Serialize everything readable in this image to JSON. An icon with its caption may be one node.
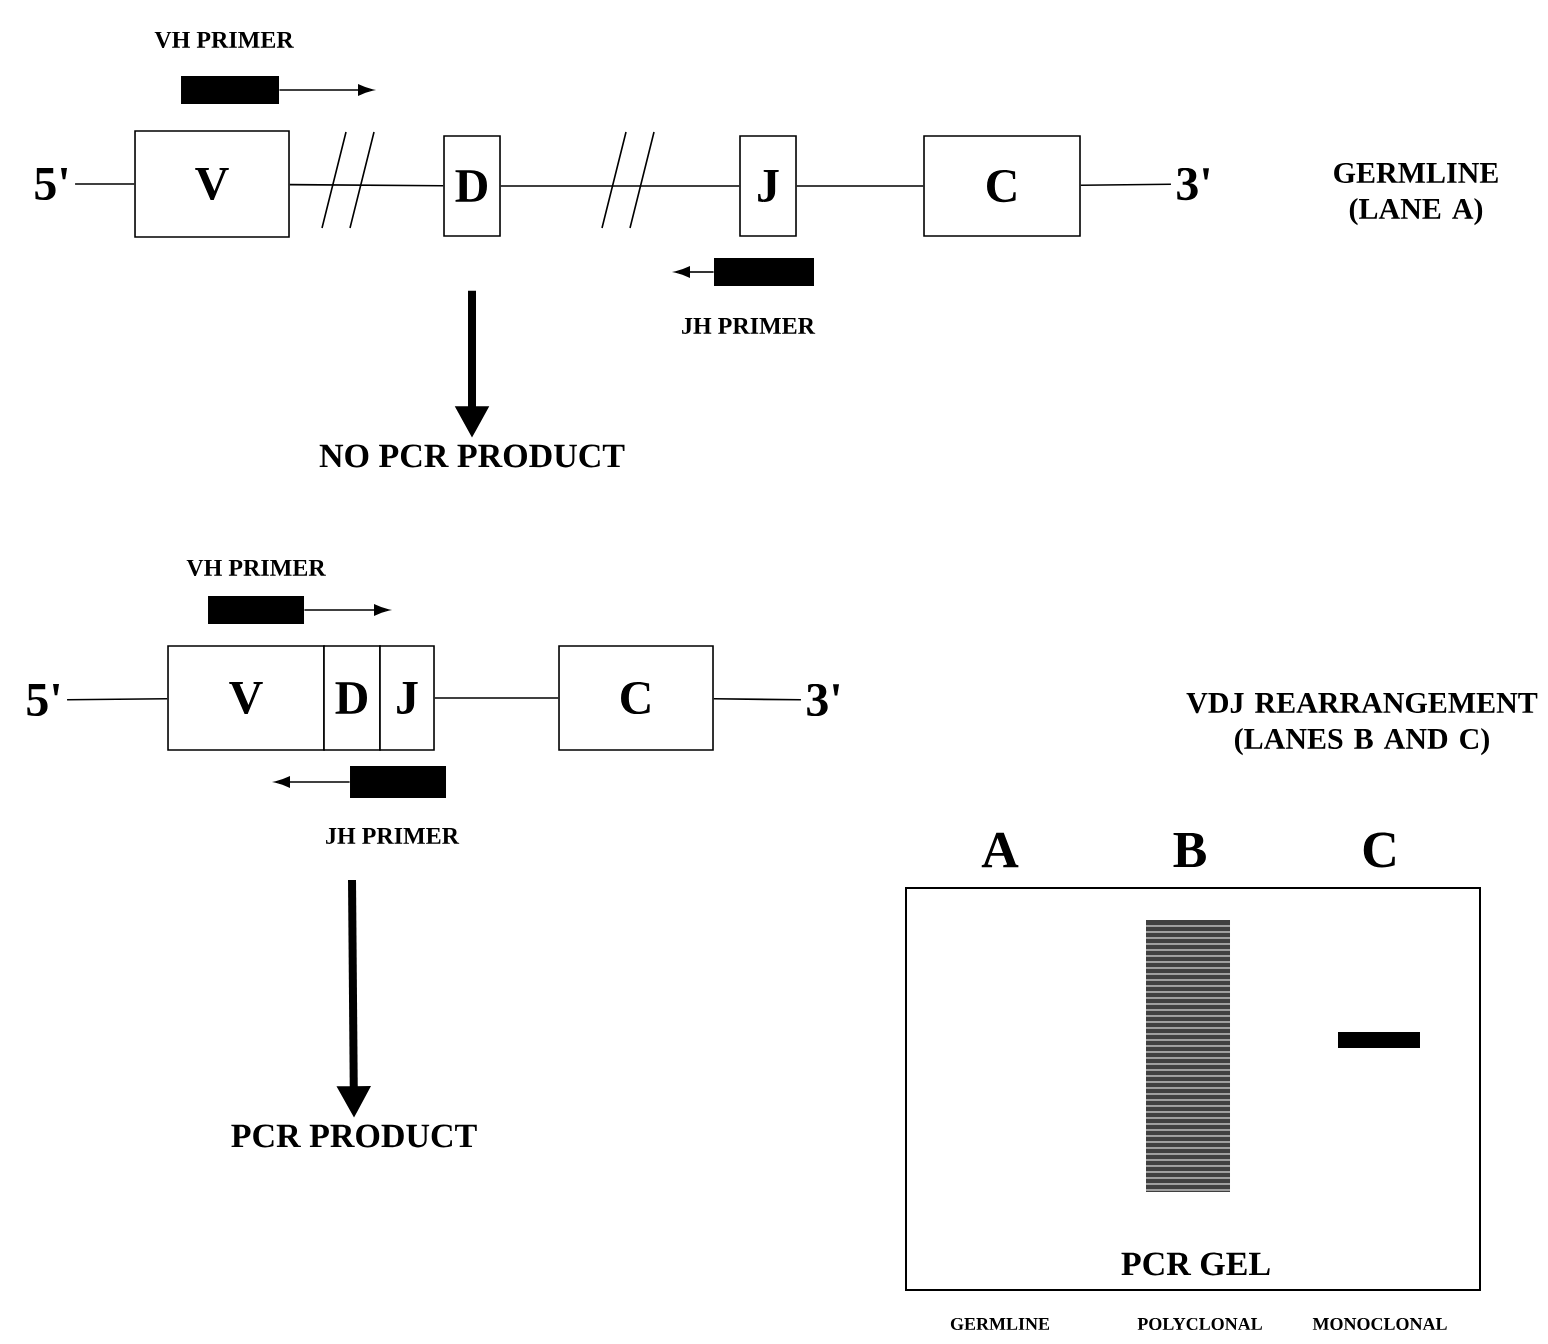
{
  "diagram": {
    "nodes": [
      {
        "text": [
          "5'"
        ]
      },
      {
        "text": [
          "V"
        ]
      },
      {
        "text": [
          "D"
        ]
      },
      {
        "text": [
          "J"
        ]
      },
      {
        "text": [
          "C"
        ]
      },
      {
        "text": [
          "3'"
        ]
      },
      {
        "text": [
          "VH PRIMER"
        ]
      },
      {
        "text": [
          "JH PRIMER"
        ]
      },
      {
        "text": [
          "NO PCR PRODUCT"
        ]
      },
      {
        "text": [
          "5'"
        ]
      },
      {
        "text": [
          "V"
        ]
      },
      {
        "text": [
          "D"
        ]
      },
      {
        "text": [
          "J"
        ]
      },
      {
        "text": [
          "C"
        ]
      },
      {
        "text": [
          "3'"
        ]
      },
      {
        "text": [
          "VH PRIMER"
        ]
      },
      {
        "text": [
          "JH PRIMER"
        ]
      },
      {
        "text": [
          "PCR PRODUCT"
        ]
      },
      {
        "text": [
          "PCR GEL"
        ]
      },
      {
        "text": [],
        "shape": "bar",
        "in": 18
      },
      {
        "text": [],
        "shape": "bar",
        "in": 18
      }
    ],
    "edges": [
      {
        "from": 0,
        "to": 1,
        "arrow": "none"
      },
      {
        "from": 1,
        "to": 2,
        "arrow": "none"
      },
      {
        "from": 2,
        "to": 3,
        "arrow": "none"
      },
      {
        "from": 3,
        "to": 4,
        "arrow": "none"
      },
      {
        "from": 4,
        "to": 5,
        "arrow": "none"
      },
      {
        "from": 6,
        "to": null,
        "arrow": "to"
      },
      {
        "from": 7,
        "to": null,
        "arrow": "to"
      },
      {
        "from": 2,
        "to": 8,
        "arrow": "to",
        "style": "thick"
      },
      {
        "from": 9,
        "to": 10,
        "arrow": "none"
      },
      {
        "from": 12,
        "to": 13,
        "arrow": "none"
      },
      {
        "from": 13,
        "to": 14,
        "arrow": "none"
      },
      {
        "from": 15,
        "to": null,
        "arrow": "to"
      },
      {
        "from": 16,
        "to": null,
        "arrow": "to"
      },
      {
        "from": null,
        "to": 17,
        "arrow": "to",
        "style": "thick"
      }
    ],
    "labels": [
      "GERMLINE (LANE A)",
      "VDJ REARRANGEMENT (LANES B AND C)",
      "A",
      "B",
      "C",
      "GERMLINE",
      "POLYCLONAL",
      "MONOCLONAL"
    ]
  }
}
